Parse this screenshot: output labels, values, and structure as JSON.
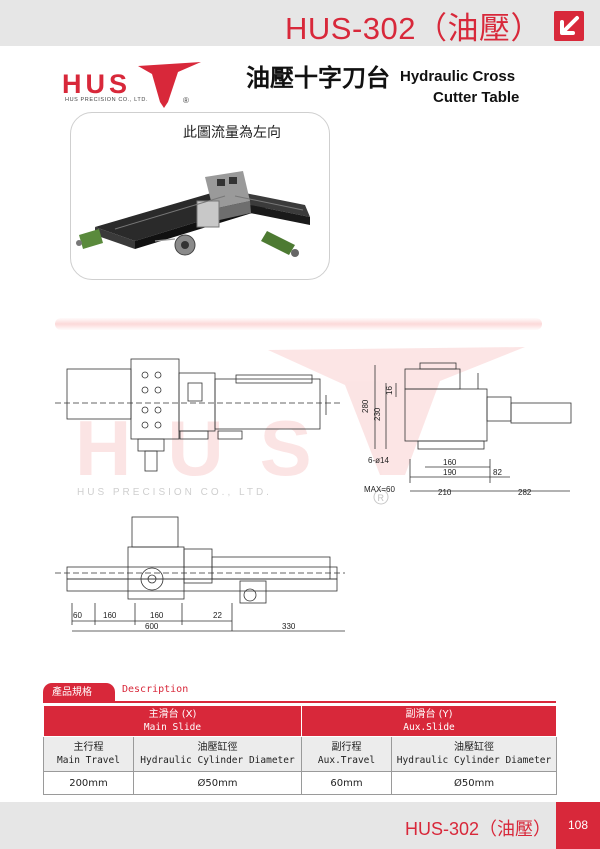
{
  "header": {
    "title": "HUS-302（油壓）",
    "arrow_icon": "arrow-down-left-icon"
  },
  "logo": {
    "letters": "HUS",
    "subtitle": "HUS PRECISION CO., LTD.",
    "registered": "®"
  },
  "product": {
    "title_zh": "油壓十字刀台",
    "title_en_line1": "Hydraulic Cross",
    "title_en_line2": "Cutter Table"
  },
  "photo": {
    "caption": "此圖流量為左向"
  },
  "drawing": {
    "watermark_letters": "HUS",
    "watermark_subtitle": "HUS PRECISION CO., LTD.",
    "watermark_registered": "R",
    "side_view": {
      "dim_280": "280",
      "dim_230": "230",
      "dim_16": "16",
      "hole": "6-ø14",
      "dim_160": "160",
      "dim_190": "190",
      "dim_82": "82",
      "max": "MAX=60",
      "dim_210": "210",
      "dim_282": "282"
    },
    "plan_view": {
      "d_60": "60",
      "d_160a": "160",
      "d_160b": "160",
      "d_22": "22",
      "d_600": "600",
      "d_330": "330"
    }
  },
  "spec": {
    "tag": "產品規格",
    "tag_en": "Description",
    "main_slide_zh": "主滑台 (X)",
    "main_slide_en": "Main Slide",
    "aux_slide_zh": "副滑台 (Y)",
    "aux_slide_en": "Aux.Slide",
    "main_travel_zh": "主行程",
    "main_travel_en": "Main Travel",
    "main_cyl_zh": "油壓缸徑",
    "main_cyl_en": "Hydraulic Cylinder Diameter",
    "aux_travel_zh": "副行程",
    "aux_travel_en": "Aux.Travel",
    "aux_cyl_zh": "油壓缸徑",
    "aux_cyl_en": "Hydraulic Cylinder Diameter",
    "main_travel_val": "200mm",
    "main_cyl_val": "Ø50mm",
    "aux_travel_val": "60mm",
    "aux_cyl_val": "Ø50mm"
  },
  "footer": {
    "title": "HUS-302（油壓）",
    "page": "108"
  },
  "colors": {
    "brand_red": "#d8283a",
    "band_grey": "#e6e6e6"
  }
}
